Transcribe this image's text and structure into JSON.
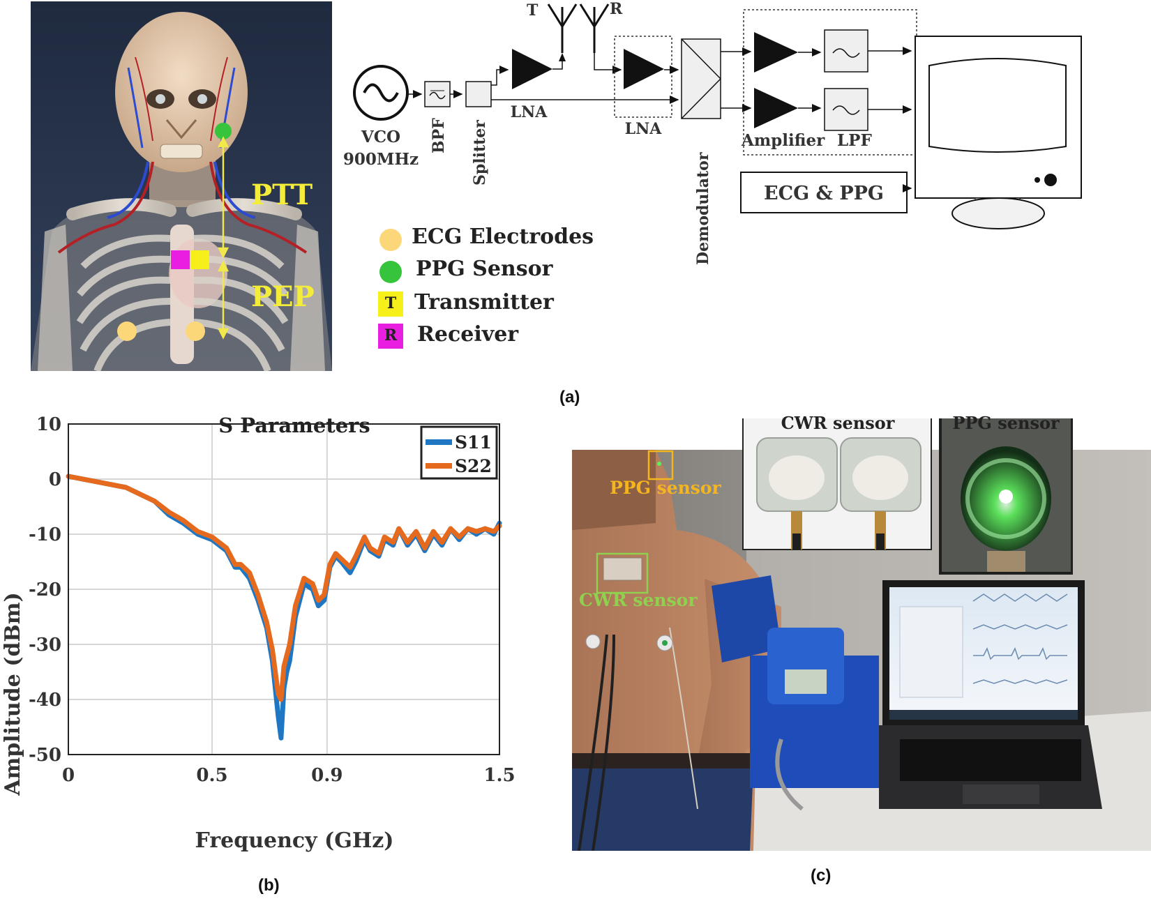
{
  "panel_a": {
    "label": "(a)",
    "anatomy": {
      "ptt_label": "PTT",
      "pep_label": "PEP"
    },
    "legend": [
      {
        "swatch": "circle",
        "color": "#fbd77a",
        "text": "ECG Electrodes"
      },
      {
        "swatch": "circle",
        "color": "#36c43c",
        "text": "PPG Sensor"
      },
      {
        "swatch": "square",
        "color": "#f7ef1a",
        "letter": "T",
        "text": "Transmitter"
      },
      {
        "swatch": "square",
        "color": "#e81fe0",
        "letter": "R",
        "text": "Receiver"
      }
    ],
    "block_diagram": {
      "vco_line1": "VCO",
      "vco_line2": "900MHz",
      "bpf": "BPF",
      "splitter": "Splitter",
      "lna1": "LNA",
      "lna2": "LNA",
      "antenna_t": "T",
      "antenna_r": "R",
      "demodulator": "Demodulator",
      "amplifier": "Amplifier",
      "lpf": "LPF",
      "ecg_ppg": "ECG & PPG"
    }
  },
  "panel_b": {
    "label": "(b)",
    "chart_data": {
      "type": "line",
      "title": "S Parameters",
      "xlabel": "Frequency (GHz)",
      "ylabel": "Amplitude (dBm)",
      "xlim": [
        0,
        1.5
      ],
      "ylim": [
        -50,
        10
      ],
      "xticks": [
        "0",
        "0.5",
        "0.9",
        "1.5"
      ],
      "xtick_values": [
        0,
        0.5,
        0.9,
        1.5
      ],
      "yticks": [
        "10",
        "0",
        "-10",
        "-20",
        "-30",
        "-40",
        "-50"
      ],
      "ytick_values": [
        10,
        0,
        -10,
        -20,
        -30,
        -40,
        -50
      ],
      "grid": true,
      "legend_position": "top-right",
      "series": [
        {
          "name": "S11",
          "color": "#1f77c4",
          "x": [
            0,
            0.1,
            0.2,
            0.3,
            0.35,
            0.4,
            0.45,
            0.5,
            0.55,
            0.58,
            0.6,
            0.63,
            0.66,
            0.69,
            0.71,
            0.73,
            0.74,
            0.75,
            0.76,
            0.77,
            0.79,
            0.82,
            0.85,
            0.87,
            0.89,
            0.91,
            0.93,
            0.95,
            0.98,
            1.0,
            1.03,
            1.05,
            1.08,
            1.1,
            1.13,
            1.15,
            1.18,
            1.21,
            1.24,
            1.27,
            1.3,
            1.33,
            1.36,
            1.39,
            1.42,
            1.45,
            1.48,
            1.5
          ],
          "y": [
            0.5,
            -0.5,
            -1.5,
            -4,
            -6.5,
            -8,
            -10,
            -11,
            -13,
            -16,
            -16,
            -18,
            -22,
            -27,
            -33,
            -43,
            -47,
            -38,
            -35,
            -33,
            -25,
            -19,
            -20,
            -23,
            -22,
            -16,
            -14,
            -15,
            -17,
            -15,
            -11,
            -13,
            -14,
            -11,
            -12,
            -9,
            -12,
            -10,
            -13,
            -10,
            -12,
            -9,
            -11,
            -9,
            -10,
            -9,
            -10,
            -8
          ]
        },
        {
          "name": "S22",
          "color": "#e56a1e",
          "x": [
            0,
            0.1,
            0.2,
            0.3,
            0.35,
            0.4,
            0.45,
            0.5,
            0.55,
            0.58,
            0.6,
            0.63,
            0.66,
            0.69,
            0.71,
            0.73,
            0.74,
            0.75,
            0.76,
            0.77,
            0.79,
            0.82,
            0.85,
            0.87,
            0.89,
            0.91,
            0.93,
            0.95,
            0.98,
            1.0,
            1.03,
            1.05,
            1.08,
            1.1,
            1.13,
            1.15,
            1.18,
            1.21,
            1.24,
            1.27,
            1.3,
            1.33,
            1.36,
            1.39,
            1.42,
            1.45,
            1.48,
            1.5
          ],
          "y": [
            0.5,
            -0.5,
            -1.5,
            -4,
            -6,
            -7.5,
            -9.5,
            -10.5,
            -12.5,
            -15.5,
            -15.5,
            -17,
            -21,
            -26,
            -31,
            -39,
            -40,
            -34,
            -32,
            -30,
            -23,
            -18,
            -19,
            -22,
            -21,
            -15.5,
            -13.5,
            -14.5,
            -16,
            -14,
            -10.5,
            -12.5,
            -13.5,
            -10.5,
            -11.5,
            -9,
            -11.5,
            -9.5,
            -12.5,
            -9.5,
            -11.5,
            -9,
            -10.5,
            -9,
            -9.5,
            -9,
            -9.5,
            -8.5
          ]
        }
      ]
    }
  },
  "panel_c": {
    "label": "(c)",
    "ppg_callout": "PPG sensor",
    "cwr_callout": "CWR sensor",
    "inset_cwr_title": "CWR sensor",
    "inset_ppg_title": "PPG sensor",
    "callout_ppg_color": "#f5b51f",
    "callout_cwr_color": "#8fd14f"
  }
}
